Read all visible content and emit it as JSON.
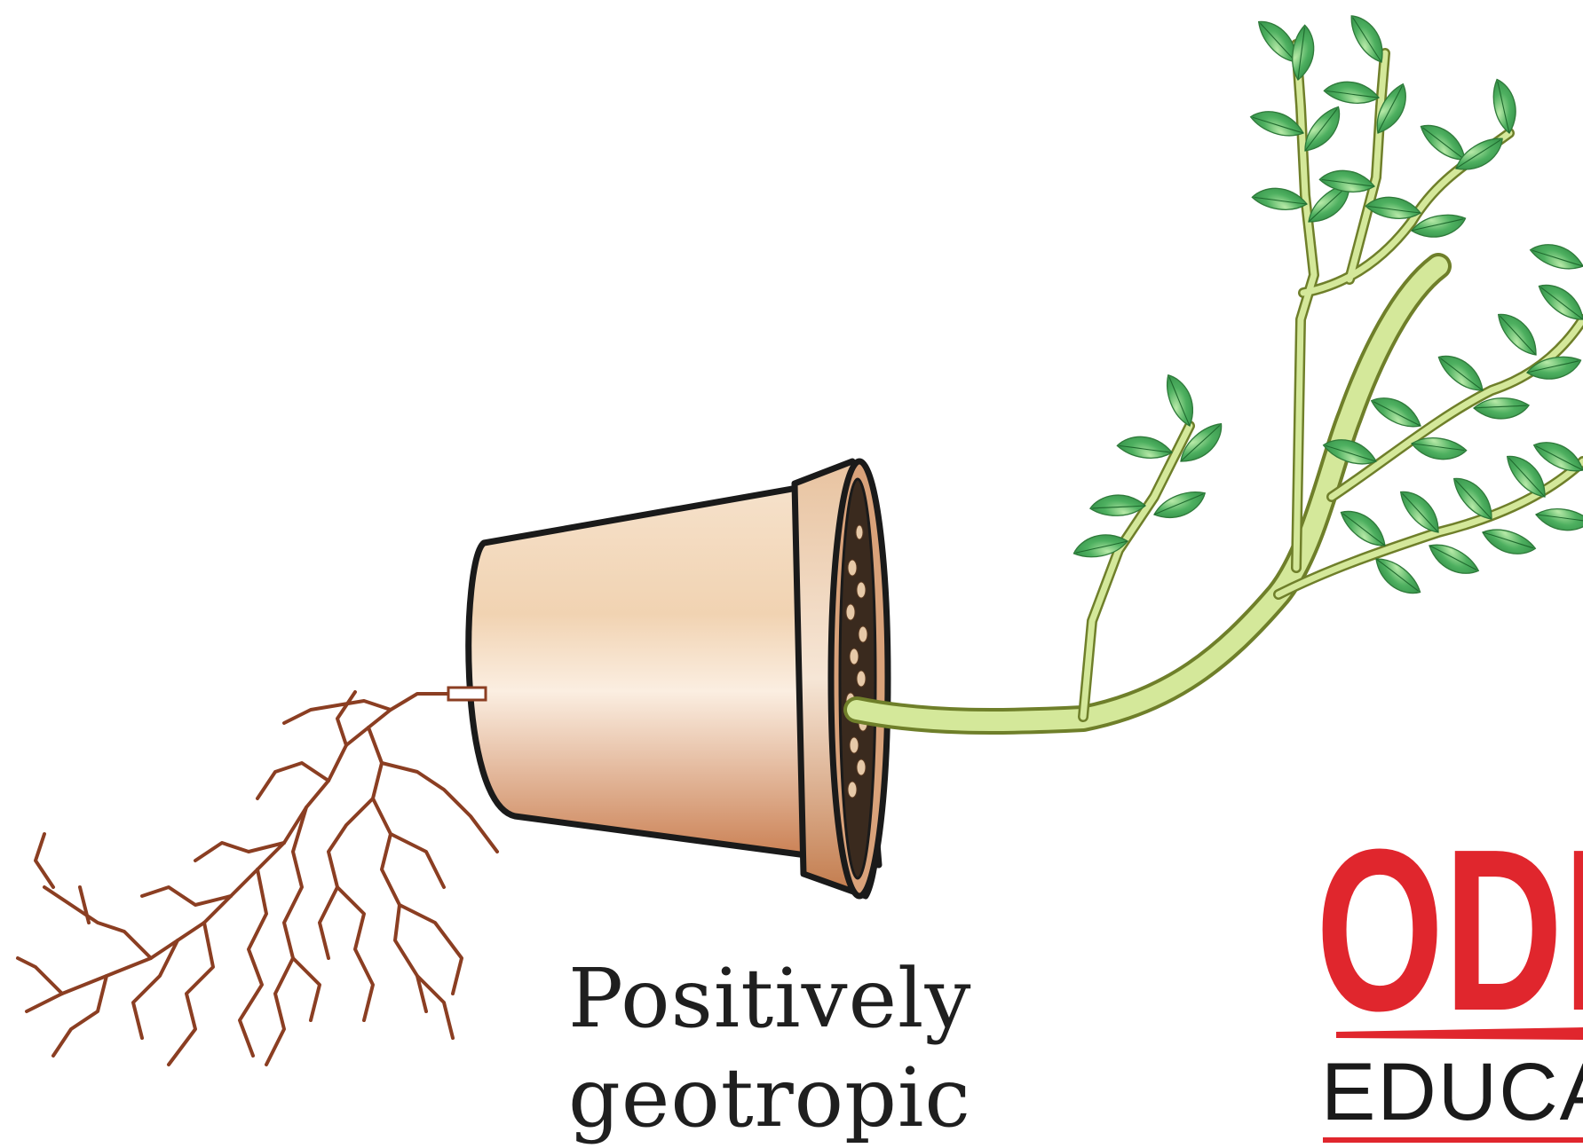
{
  "caption": {
    "line1": "Positively",
    "line2": "geotropic"
  },
  "watermark": {
    "brand": "ODI",
    "sub": "EDUCAT",
    "brand_color": "#e0262d",
    "sub_color": "#1a1a1a"
  },
  "colors": {
    "pot_light": "#f3dcc4",
    "pot_dark": "#c97d4f",
    "pot_outline": "#1a1a1a",
    "stem": "#d4e89a",
    "stem_outline": "#6f7f2a",
    "leaf": "#3fa14f",
    "leaf_light": "#9fdc8f",
    "root": "#8b3e22"
  }
}
